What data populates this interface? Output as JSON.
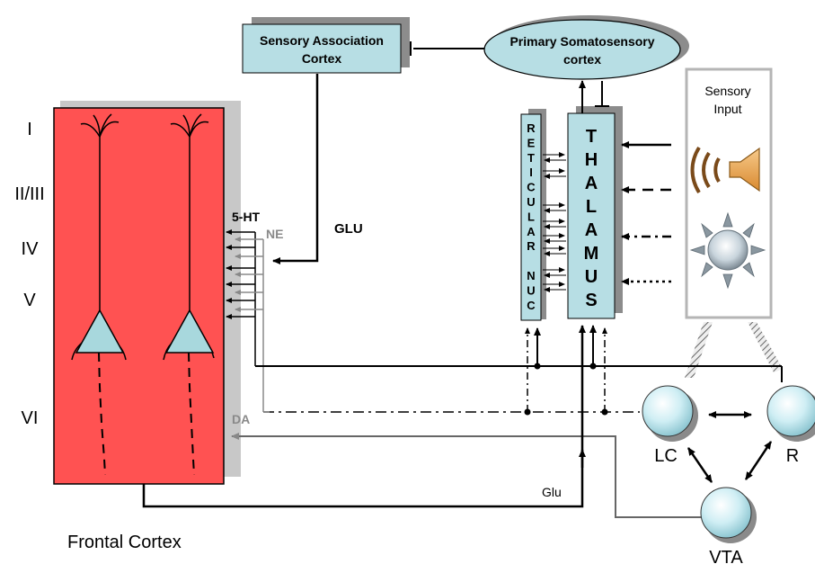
{
  "layers": [
    "I",
    "II/III",
    "IV",
    "V",
    "VI"
  ],
  "frontal_cortex_label": "Frontal Cortex",
  "sensory_association_label": [
    "Sensory Association",
    "Cortex"
  ],
  "primary_somatosensory_label": [
    "Primary Somatosensory",
    "cortex"
  ],
  "sensory_input_label": [
    "Sensory",
    "Input"
  ],
  "thalamus_letters": [
    "T",
    "H",
    "A",
    "L",
    "A",
    "M",
    "U",
    "S"
  ],
  "reticular_letters": [
    "R",
    "E",
    "T",
    "I",
    "C",
    "U",
    "L",
    "A",
    "R",
    "",
    "N",
    "U",
    "C"
  ],
  "neurotransmitters": {
    "serotonin": "5-HT",
    "norepinephrine": "NE",
    "glutamate_upper": "GLU",
    "dopamine": "DA",
    "glutamate_lower": "Glu"
  },
  "nuclei": {
    "lc": "LC",
    "r": "R",
    "vta": "VTA"
  },
  "colors": {
    "cortex": "#ff5252",
    "box_fill": "#b7dee4",
    "shadow": "#8c8c8c",
    "gray_line": "#8a8a8a"
  }
}
